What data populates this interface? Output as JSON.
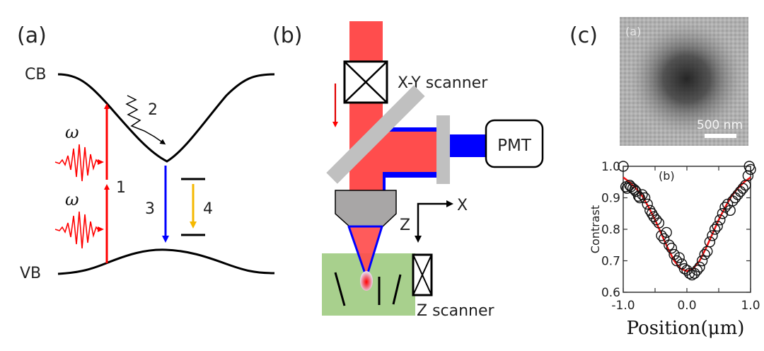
{
  "panels": {
    "a": {
      "label": "(a)",
      "cb_label": "CB",
      "vb_label": "VB",
      "photon_symbol": "ω",
      "steps": [
        "1",
        "2",
        "3",
        "4"
      ],
      "colors": {
        "excitation": "#ff0000",
        "emission": "#0000ff",
        "defect": "#f5b800",
        "band": "#000000"
      }
    },
    "b": {
      "label": "(b)",
      "xy_scanner_label": "X-Y scanner",
      "pmt_label": "PMT",
      "axis_x_label": "X",
      "axis_z_label": "Z",
      "z_scanner_label": "Z scanner",
      "colors": {
        "laser": "#ff4d4d",
        "fluorescence": "#0000ff",
        "optic": "#c0c0c0",
        "objective": "#a8a6a6",
        "sample": "#a8d08d"
      }
    },
    "c": {
      "label": "(c)",
      "image_inset_label": "(a)",
      "scale_bar_label": "500 nm",
      "plot_inset_label": "(b)"
    }
  },
  "chart_data": {
    "type": "scatter",
    "title": "",
    "inset_label": "(b)",
    "xlabel": "Position(μm)",
    "ylabel": "Contrast",
    "xlim": [
      -1.0,
      1.0
    ],
    "ylim": [
      0.6,
      1.0
    ],
    "x_ticks": [
      "-1.0",
      "0.0",
      "1.0"
    ],
    "y_ticks": [
      "0.6",
      "0.7",
      "0.8",
      "0.9",
      "1.0"
    ],
    "grid": false,
    "series": [
      {
        "name": "measured",
        "marker": "open-circle",
        "x": [
          -1.0,
          -0.96,
          -0.94,
          -0.9,
          -0.88,
          -0.85,
          -0.82,
          -0.8,
          -0.76,
          -0.74,
          -0.7,
          -0.66,
          -0.62,
          -0.58,
          -0.55,
          -0.52,
          -0.48,
          -0.44,
          -0.4,
          -0.36,
          -0.32,
          -0.28,
          -0.24,
          -0.2,
          -0.16,
          -0.12,
          -0.08,
          -0.04,
          0.0,
          0.04,
          0.08,
          0.12,
          0.16,
          0.2,
          0.24,
          0.28,
          0.32,
          0.36,
          0.4,
          0.44,
          0.48,
          0.52,
          0.56,
          0.6,
          0.64,
          0.68,
          0.72,
          0.76,
          0.8,
          0.84,
          0.88,
          0.92,
          0.96,
          0.98,
          1.0
        ],
        "y": [
          1.0,
          0.935,
          0.93,
          0.94,
          0.935,
          0.93,
          0.925,
          0.92,
          0.905,
          0.9,
          0.91,
          0.9,
          0.88,
          0.86,
          0.85,
          0.84,
          0.83,
          0.82,
          0.78,
          0.77,
          0.79,
          0.75,
          0.74,
          0.72,
          0.7,
          0.71,
          0.69,
          0.675,
          0.67,
          0.66,
          0.655,
          0.66,
          0.67,
          0.68,
          0.7,
          0.72,
          0.73,
          0.76,
          0.78,
          0.8,
          0.81,
          0.83,
          0.85,
          0.87,
          0.88,
          0.86,
          0.89,
          0.9,
          0.91,
          0.92,
          0.93,
          0.94,
          0.97,
          1.0,
          0.99
        ]
      },
      {
        "name": "fit",
        "style": "line",
        "color": "#ff0000",
        "x": [
          -1.0,
          -0.9,
          -0.8,
          -0.7,
          -0.6,
          -0.5,
          -0.4,
          -0.3,
          -0.2,
          -0.1,
          0.0,
          0.1,
          0.2,
          0.3,
          0.4,
          0.5,
          0.6,
          0.7,
          0.8,
          0.9,
          1.0
        ],
        "y": [
          0.965,
          0.95,
          0.93,
          0.905,
          0.87,
          0.83,
          0.785,
          0.74,
          0.7,
          0.675,
          0.667,
          0.675,
          0.7,
          0.74,
          0.785,
          0.83,
          0.87,
          0.905,
          0.93,
          0.95,
          0.965
        ]
      }
    ]
  }
}
